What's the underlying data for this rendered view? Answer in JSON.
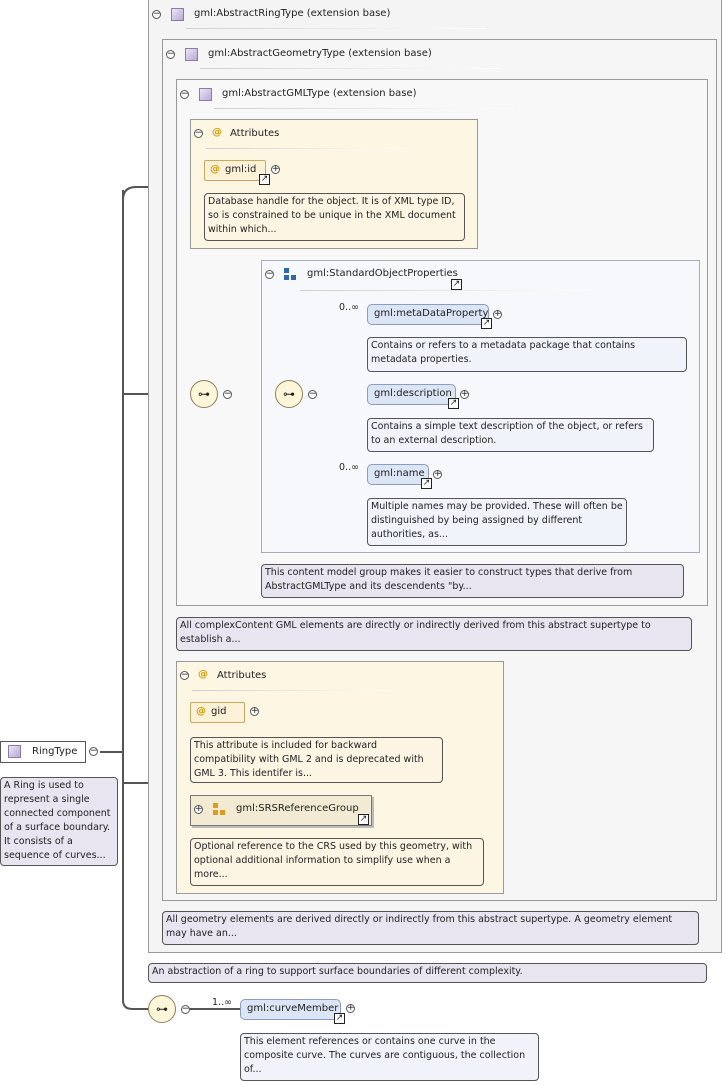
{
  "ring_type": {
    "name": "RingType",
    "doc": "A Ring is used to represent a single connected component of a surface boundary. It consists of a sequence of curves..."
  },
  "abstract_ring": {
    "title": "gml:AbstractRingType (extension base)",
    "doc": "An abstraction of a ring to support surface boundaries of different complexity."
  },
  "abstract_geometry": {
    "title": "gml:AbstractGeometryType (extension base)",
    "doc": "All geometry elements are derived directly or indirectly from this abstract supertype. A geometry element may have an..."
  },
  "abstract_gml": {
    "title": "gml:AbstractGMLType (extension base)",
    "doc": "All complexContent GML elements are directly or indirectly derived from this abstract supertype to establish a..."
  },
  "gml_attributes": {
    "title": "Attributes",
    "id_attr": "gml:id",
    "id_doc": "Database handle for the object. It is of XML type ID, so is constrained to be unique in the XML document within which..."
  },
  "std_props": {
    "title": "gml:StandardObjectProperties",
    "doc": "This content model group makes it easier to construct types that derive from AbstractGMLType and its descendents \"by...",
    "meta": {
      "occurrence": "0..∞",
      "name": "gml:metaDataProperty",
      "doc": "Contains or refers to a metadata package that contains metadata properties."
    },
    "description": {
      "name": "gml:description",
      "doc": "Contains a simple text description of the object, or refers to an external description."
    },
    "gname": {
      "occurrence": "0..∞",
      "name": "gml:name",
      "doc": "Multiple names may be provided. These will often be distinguished by being assigned by different authorities, as..."
    }
  },
  "geom_attributes": {
    "title": "Attributes",
    "gid": "gid",
    "gid_doc": "This attribute is included for backward compatibility with GML 2 and is deprecated with GML 3. This identifer is...",
    "srs_group": "gml:SRSReferenceGroup",
    "srs_doc": "Optional reference to the CRS used by this geometry, with optional additional information to simplify use when a more..."
  },
  "curve_member": {
    "occurrence": "1..∞",
    "name": "gml:curveMember",
    "doc": "This element references or contains one curve in the composite curve. The curves are contiguous, the collection of..."
  },
  "icons": {
    "collapse": "−",
    "expand": "+",
    "link": "↗",
    "attribute": "@",
    "sequence": "⊶"
  }
}
